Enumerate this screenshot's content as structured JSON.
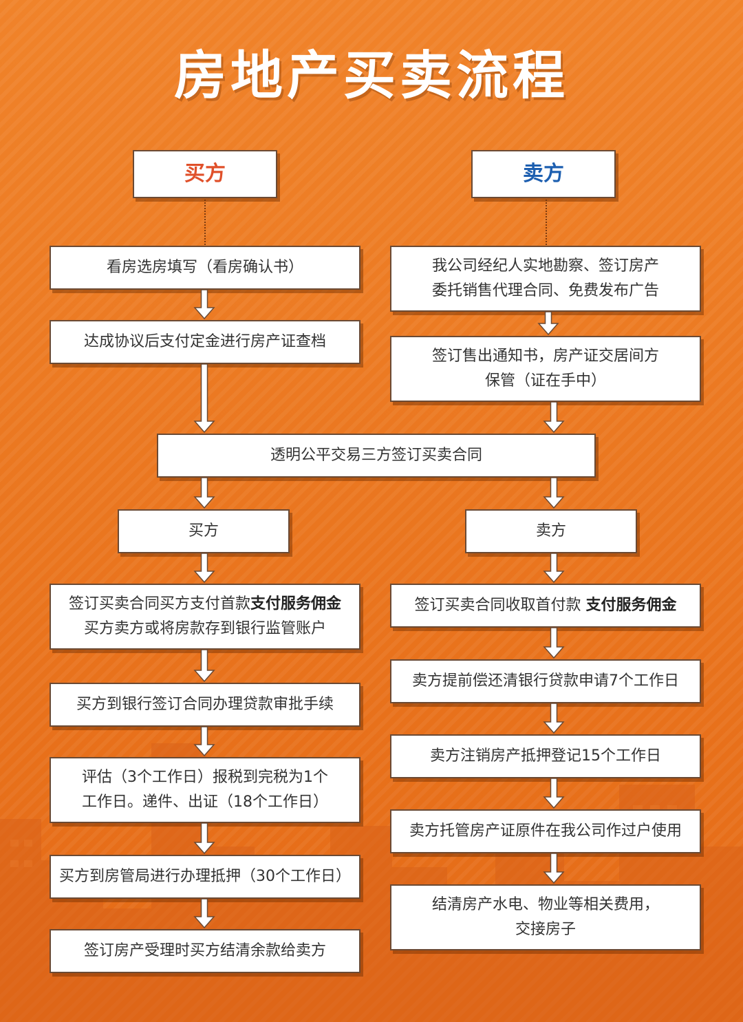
{
  "title": "房地产买卖流程",
  "colors": {
    "background": "#ee7a23",
    "buyer_accent": "#e0502a",
    "seller_accent": "#1d5fb0",
    "box": "#ffffff"
  },
  "buyer_header": "买方",
  "seller_header": "卖方",
  "buyer_steps_top": {
    "step1": "看房选房填写（看房确认书）",
    "step2": "达成协议后支付定金进行房产证查档"
  },
  "seller_steps_top": {
    "step1_line1": "我公司经纪人实地勘察、签订房产",
    "step1_line2": "委托销售代理合同、免费发布广告",
    "step2_line1": "签订售出通知书，房产证交居间方",
    "step2_line2": "保管（证在手中）"
  },
  "joint_step": "透明公平交易三方签订买卖合同",
  "buyer_sub": "买方",
  "seller_sub": "卖方",
  "buyer_steps_bottom": {
    "s1_line1_a": "签订买卖合同买方支付首款",
    "s1_line1_b": "支付服务佣金",
    "s1_line2": "买方卖方或将房款存到银行监管账户",
    "s2": "买方到银行签订合同办理贷款审批手续",
    "s3_line1": "评估（3个工作日）报税到完税为1个",
    "s3_line2": "工作日。递件、出证（18个工作日）",
    "s4": "买方到房管局进行办理抵押（30个工作日）",
    "s5": "签订房产受理时买方结清余款给卖方"
  },
  "seller_steps_bottom": {
    "s1_a": "签订买卖合同收取首付款",
    "s1_b": "支付服务佣金",
    "s2": "卖方提前偿还清银行贷款申请7个工作日",
    "s3": "卖方注销房产抵押登记15个工作日",
    "s4": "卖方托管房产证原件在我公司作过户使用",
    "s5_line1": "结清房产水电、物业等相关费用，",
    "s5_line2": "交接房子"
  }
}
